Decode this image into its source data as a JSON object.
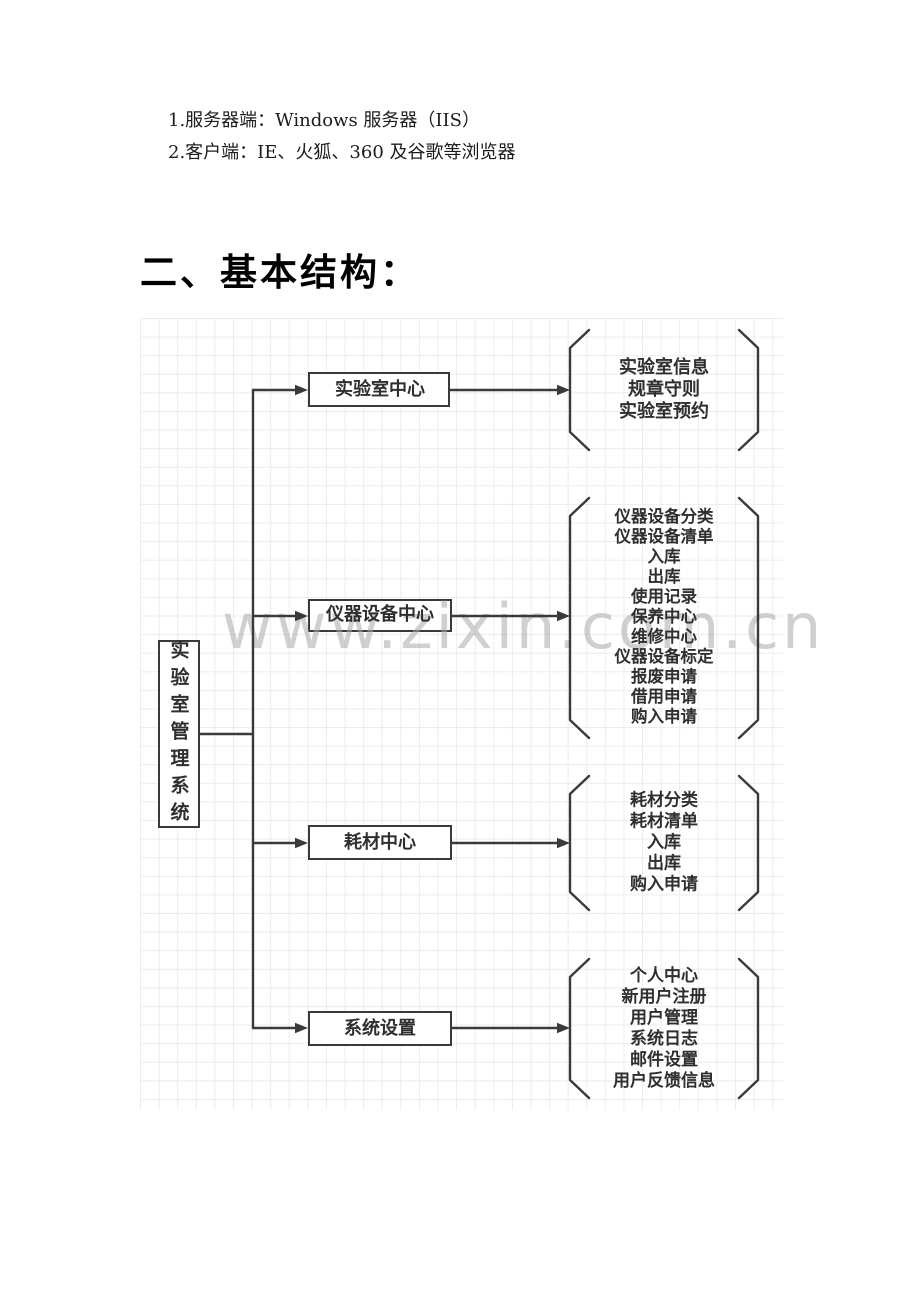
{
  "intro": [
    "1.服务器端：Windows 服务器（IIS）",
    "2.客户端：IE、火狐、360 及谷歌等浏览器"
  ],
  "heading": "二、基本结构：",
  "watermark": "www.zixin.com.cn",
  "diagram": {
    "root_label": "实验室管理系统",
    "line_color": "#3a3a3a",
    "branches": [
      {
        "label": "实验室中心",
        "items": [
          "实验室信息",
          "规章守则",
          "实验室预约"
        ]
      },
      {
        "label": "仪器设备中心",
        "items": [
          "仪器设备分类",
          "仪器设备清单",
          "入库",
          "出库",
          "使用记录",
          "保养中心",
          "维修中心",
          "仪器设备标定",
          "报废申请",
          "借用申请",
          "购入申请"
        ]
      },
      {
        "label": "耗材中心",
        "items": [
          "耗材分类",
          "耗材清单",
          "入库",
          "出库",
          "购入申请"
        ]
      },
      {
        "label": "系统设置",
        "items": [
          "个人中心",
          "新用户注册",
          "用户管理",
          "系统日志",
          "邮件设置",
          "用户反馈信息"
        ]
      }
    ]
  }
}
